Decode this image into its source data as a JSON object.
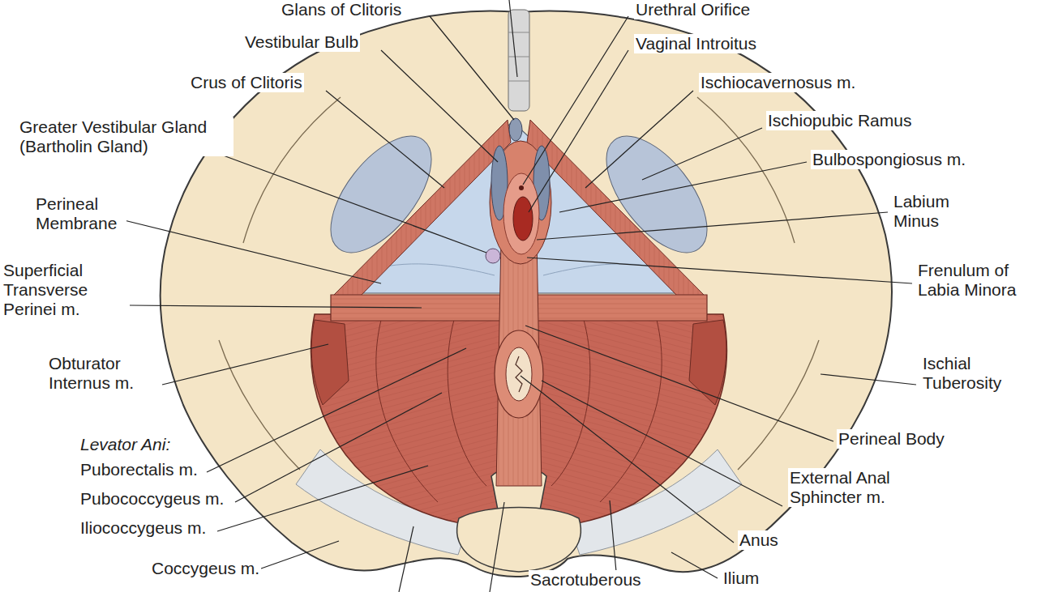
{
  "diagram": {
    "labels": [
      "Glans of Clitoris",
      "Urethral Orifice",
      "Vestibular Bulb",
      "Vaginal Introitus",
      "Crus of Clitoris",
      "Ischiocavernosus m.",
      "Greater Vestibular Gland (Bartholin Gland)",
      "Ischiopubic Ramus",
      "Bulbospongiosus m.",
      "Perineal Membrane",
      "Labium Minus",
      "Superficial Transverse Perinei m.",
      "Frenulum of Labia Minora",
      "Obturator Internus m.",
      "Ischial Tuberosity",
      "Levator Ani:",
      "Puborectalis m.",
      "Pubococcygeus m.",
      "Iliococcygeus m.",
      "Coccygeus m.",
      "Perineal Body",
      "External Anal Sphincter m.",
      "Anus",
      "Ilium",
      "Sacrotuberous"
    ]
  }
}
